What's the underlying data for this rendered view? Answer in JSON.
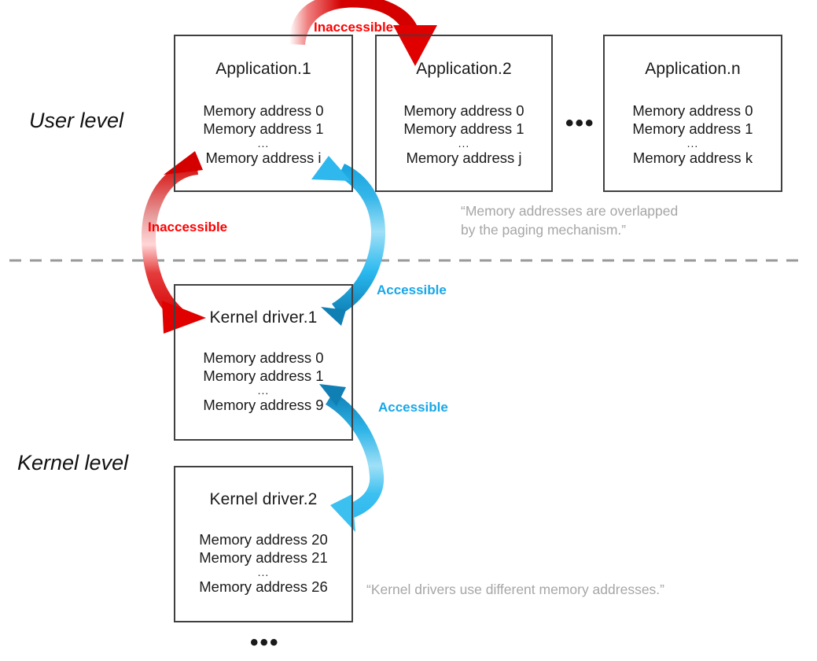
{
  "levels": {
    "user": "User level",
    "kernel": "Kernel level"
  },
  "boxes": {
    "app1": {
      "title": "Application.1",
      "lines": [
        "Memory address 0",
        "Memory address 1",
        "...",
        "Memory address i"
      ]
    },
    "app2": {
      "title": "Application.2",
      "lines": [
        "Memory address 0",
        "Memory address 1",
        "...",
        "Memory address j"
      ]
    },
    "appn": {
      "title": "Application.n",
      "lines": [
        "Memory address 0",
        "Memory address 1",
        "...",
        "Memory address k"
      ]
    },
    "driver1": {
      "title": "Kernel driver.1",
      "lines": [
        "Memory address 0",
        "Memory address 1",
        "...",
        "Memory address 9"
      ]
    },
    "driver2": {
      "title": "Kernel driver.2",
      "lines": [
        "Memory address 20",
        "Memory address 21",
        "...",
        "Memory address 26"
      ]
    }
  },
  "ellipses": {
    "between_apps": "•••",
    "below_drivers": "•••"
  },
  "arrows": {
    "app1_to_app2": "Inaccessible",
    "app1_to_driver1": "Inaccessible",
    "driver1_to_app1": "Accessible",
    "driver1_to_driver2": "Accessible"
  },
  "notes": {
    "user_note": "“Memory addresses are overlapped\nby the paging mechanism.”",
    "kernel_note": "“Kernel drivers use different memory addresses.”"
  },
  "colors": {
    "inaccessible": "#e00000",
    "accessible": "#18a7e8",
    "box_border": "#404040",
    "divider": "#9a9a9a",
    "note_text": "#a6a6a6"
  }
}
